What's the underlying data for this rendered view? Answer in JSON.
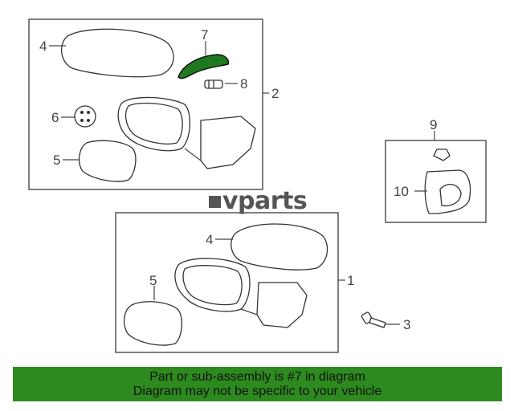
{
  "callouts": {
    "c1": "1",
    "c2": "2",
    "c3": "3",
    "c4_top": "4",
    "c4_bottom": "4",
    "c5_top": "5",
    "c5_bottom": "5",
    "c6": "6",
    "c7": "7",
    "c8": "8",
    "c9": "9",
    "c10": "10"
  },
  "logo": {
    "text": "vparts"
  },
  "footer": {
    "line1": "Part or sub-assembly is #7 in diagram",
    "line2": "Diagram may not be specific to your vehicle"
  },
  "colors": {
    "highlight": "#1f7a1f",
    "footer_bg": "#2d8a1e"
  }
}
